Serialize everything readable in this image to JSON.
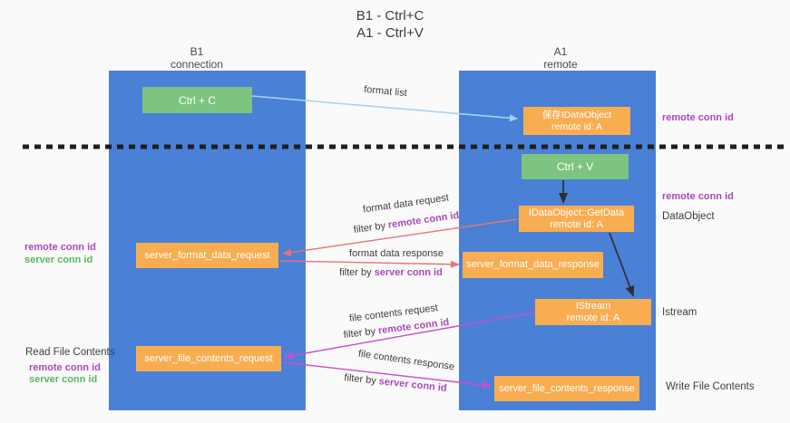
{
  "title": {
    "line1": "B1 - Ctrl+C",
    "line2": "A1 - Ctrl+V"
  },
  "lifelines": {
    "left": {
      "name": "B1",
      "role": "connection"
    },
    "right": {
      "name": "A1",
      "role": "remote"
    }
  },
  "nodes": {
    "ctrl_c": {
      "label": "Ctrl + C"
    },
    "ctrl_v": {
      "label": "Ctrl + V"
    },
    "save_dataobject": {
      "line1": "保存IDataObject",
      "line2": "remote id: A"
    },
    "getdata": {
      "line1": "IDataObject::GetData",
      "line2": "remote id: A"
    },
    "istream": {
      "line1": "IStream",
      "line2": "remote id: A"
    },
    "format_request": {
      "label": "server_format_data_request"
    },
    "format_response": {
      "label": "server_format_data_response"
    },
    "file_request": {
      "label": "server_file_contents_request"
    },
    "file_response": {
      "label": "server_file_contents_response"
    }
  },
  "edge_labels": {
    "format_list": "format list",
    "format_data_request": "format data request",
    "format_data_response": "format data response",
    "file_contents_request": "file contents request",
    "file_contents_response": "file contents response",
    "filter_by": "filter by",
    "remote_conn_id": "remote conn id",
    "server_conn_id": "server conn id"
  },
  "annotations": {
    "right_top_remote_conn_id": "remote conn id",
    "right_mid_remote_conn_id": "remote conn id",
    "dataobject": "DataObject",
    "istream": "Istream",
    "write_file_contents": "Write File Contents",
    "left_mid_remote_conn_id": "remote conn id",
    "left_mid_server_conn_id": "server conn id",
    "read_file_contents": "Read File Contents",
    "left_bottom_remote_conn_id": "remote conn id",
    "left_bottom_server_conn_id": "server conn id"
  },
  "colors": {
    "column_blue": "#4a80d6",
    "box_green": "#7cc47f",
    "box_orange": "#f9ad51",
    "arrow_red": "#e87373",
    "arrow_magenta": "#cb4fc9",
    "arrow_blue": "#a9d2f3",
    "arrow_black": "#2f2f2f",
    "label_purple": "#ab47bc",
    "label_green": "#58b85c",
    "text_dark": "#3d3d3d"
  }
}
